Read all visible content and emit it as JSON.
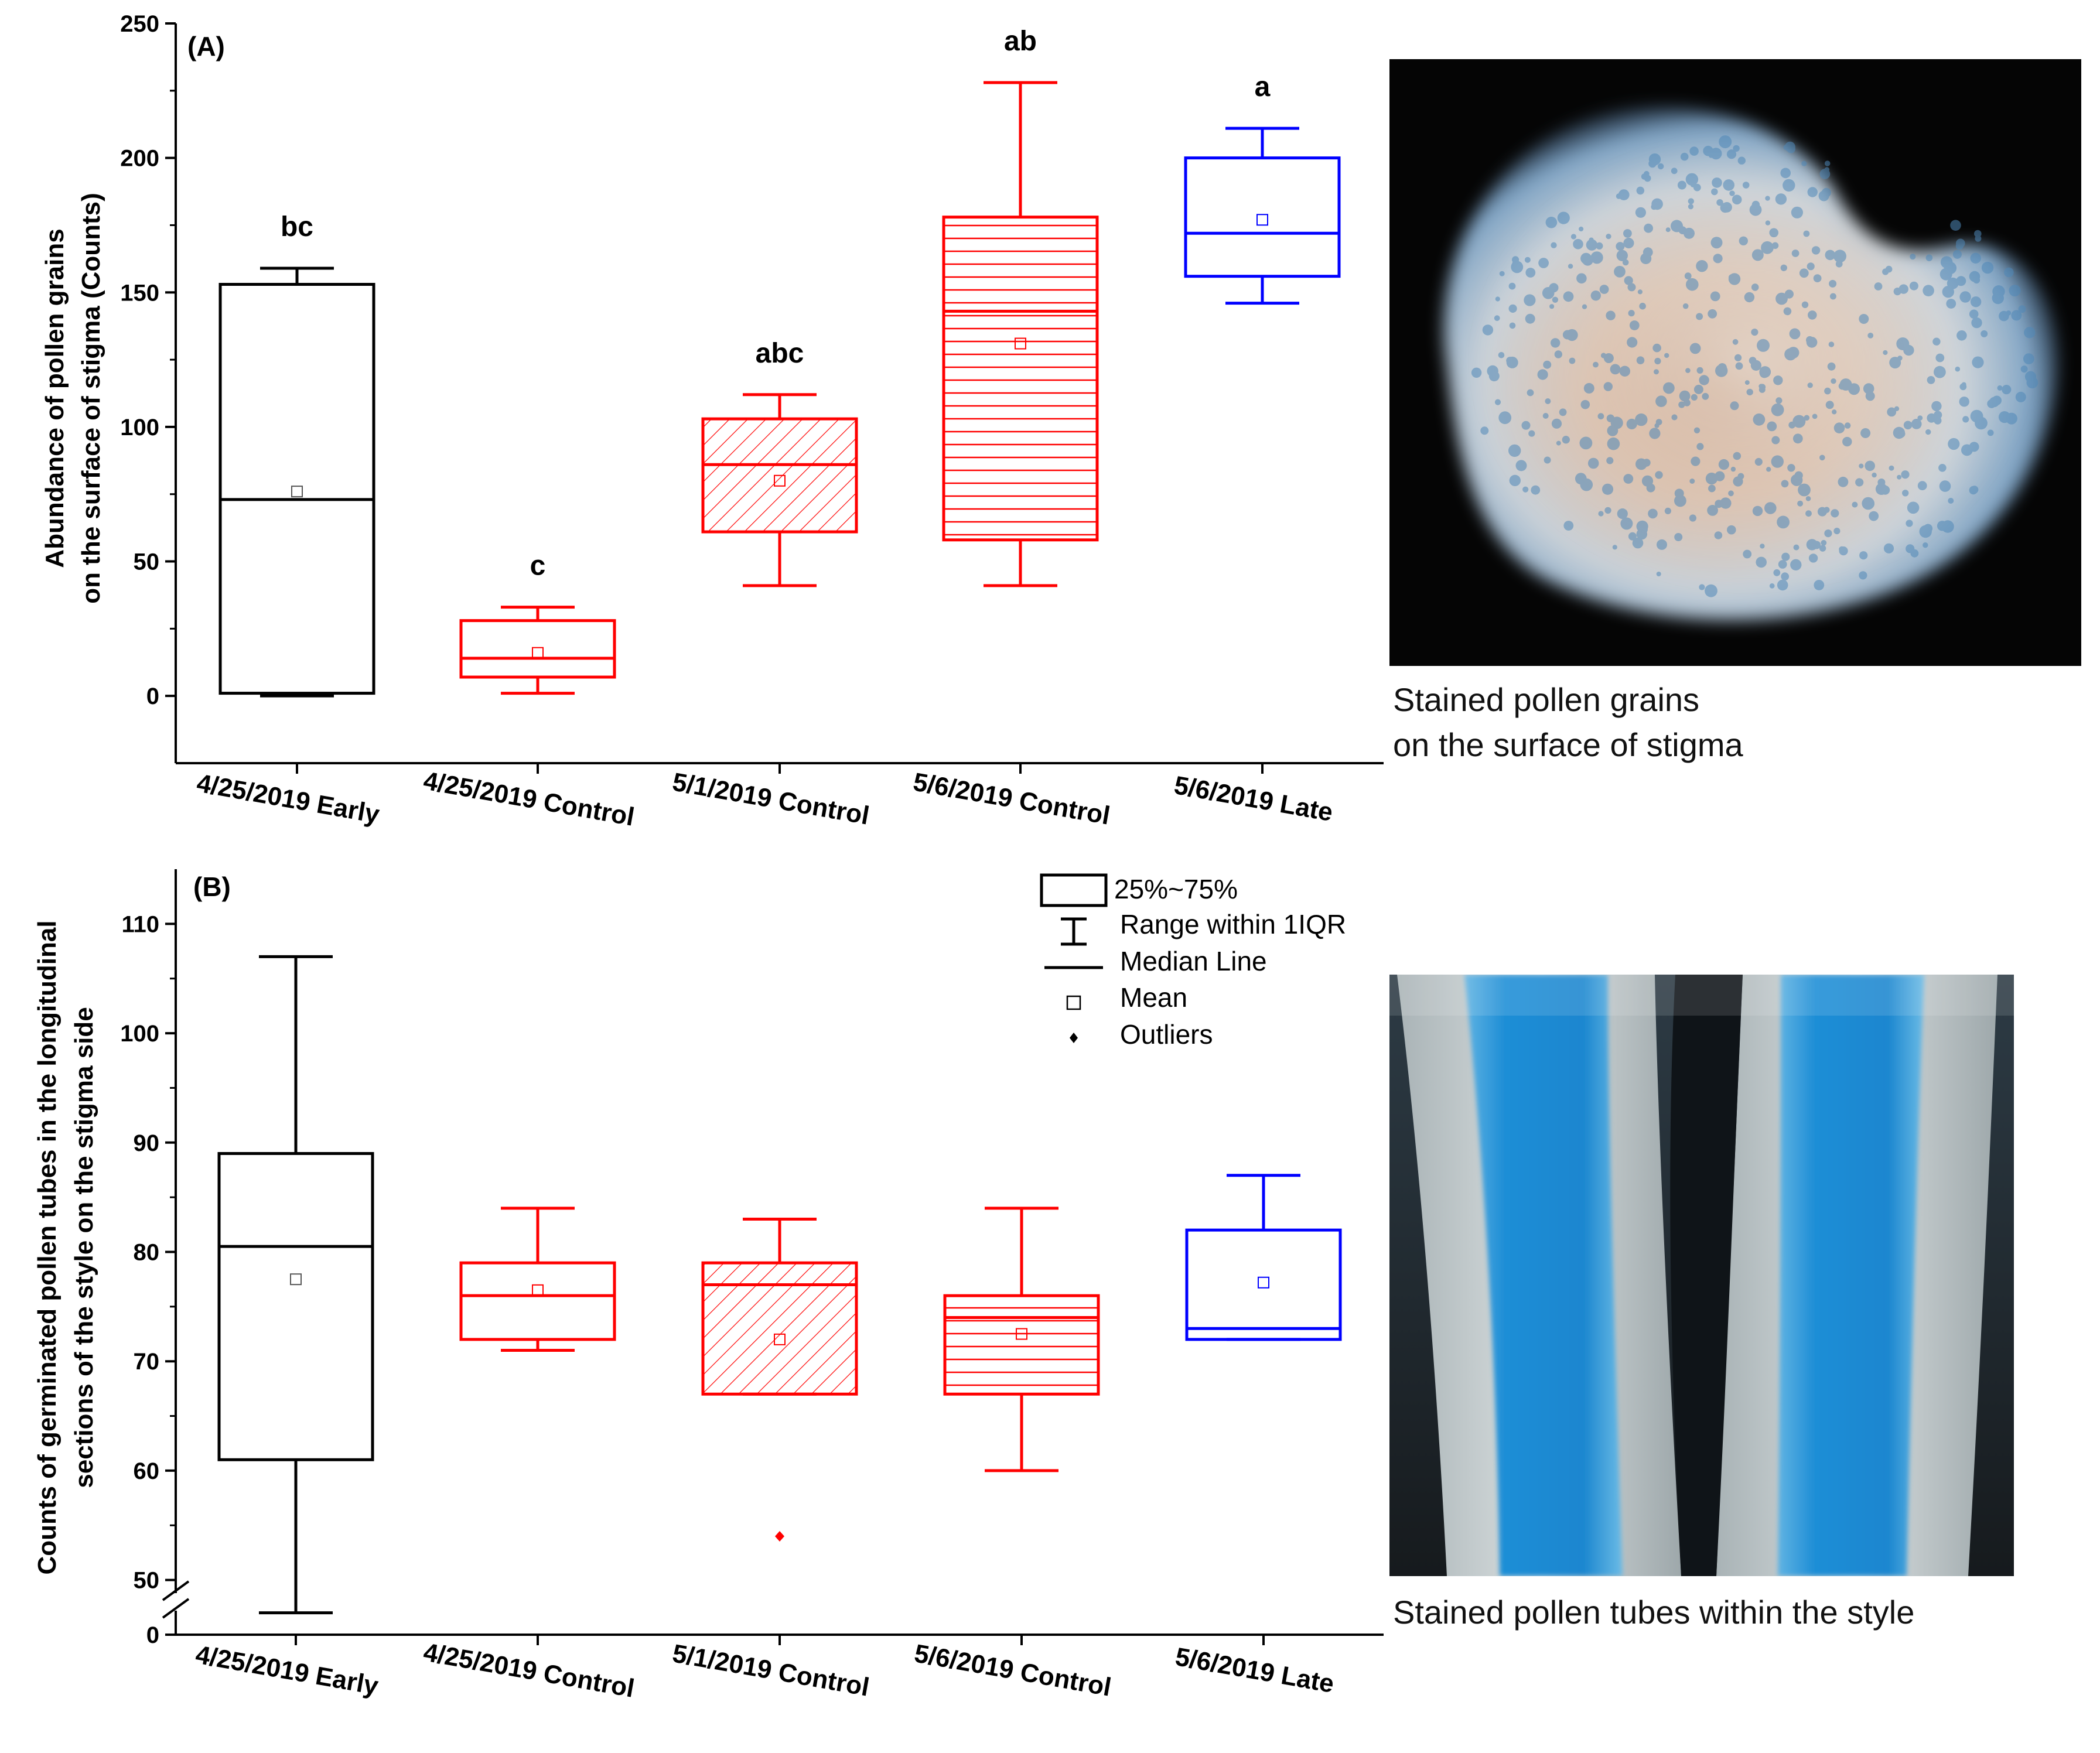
{
  "chart_data": [
    {
      "panel": "(A)",
      "type": "box",
      "ylabel": [
        "Abundance of pollen grains",
        "on the surface of stigma (Counts)"
      ],
      "ylim": [
        -25,
        250
      ],
      "yticks": [
        0,
        50,
        100,
        150,
        200,
        250
      ],
      "categories": [
        "4/25/2019 Early",
        "4/25/2019 Control",
        "5/1/2019 Control",
        "5/6/2019 Control",
        "5/6/2019 Late"
      ],
      "boxes": [
        {
          "q1": 1,
          "median": 73,
          "q3": 153,
          "whisker_low": 0,
          "whisker_high": 159,
          "mean": 76,
          "color": "#000000",
          "hatch": "none",
          "letter": "bc",
          "outliers": []
        },
        {
          "q1": 7,
          "median": 14,
          "q3": 28,
          "whisker_low": 1,
          "whisker_high": 33,
          "mean": 16,
          "color": "#ff0000",
          "hatch": "none",
          "letter": "c",
          "outliers": []
        },
        {
          "q1": 61,
          "median": 86,
          "q3": 103,
          "whisker_low": 41,
          "whisker_high": 112,
          "mean": 80,
          "color": "#ff0000",
          "hatch": "diagonal",
          "letter": "abc",
          "outliers": []
        },
        {
          "q1": 58,
          "median": 143,
          "q3": 178,
          "whisker_low": 41,
          "whisker_high": 228,
          "mean": 131,
          "color": "#ff0000",
          "hatch": "horizontal",
          "letter": "ab",
          "outliers": []
        },
        {
          "q1": 156,
          "median": 172,
          "q3": 200,
          "whisker_low": 146,
          "whisker_high": 211,
          "mean": 177,
          "color": "#0000ff",
          "hatch": "none",
          "letter": "a",
          "outliers": []
        }
      ]
    },
    {
      "panel": "(B)",
      "type": "box",
      "ylabel": [
        "Counts of germinated pollen tubes in the longitudinal",
        "sections of the style on the stigma side"
      ],
      "ylim": [
        45,
        115
      ],
      "yticks": [
        50,
        60,
        70,
        80,
        90,
        100,
        110
      ],
      "axis_break_label": "0",
      "categories": [
        "4/25/2019 Early",
        "4/25/2019 Control",
        "5/1/2019 Control",
        "5/6/2019 Control",
        "5/6/2019 Late"
      ],
      "boxes": [
        {
          "q1": 61,
          "median": 80.5,
          "q3": 89,
          "whisker_low": 47,
          "whisker_high": 107,
          "mean": 77.5,
          "color": "#000000",
          "hatch": "none",
          "outliers": []
        },
        {
          "q1": 72,
          "median": 76,
          "q3": 79,
          "whisker_low": 71,
          "whisker_high": 84,
          "mean": 76.5,
          "color": "#ff0000",
          "hatch": "none",
          "outliers": []
        },
        {
          "q1": 67,
          "median": 77,
          "q3": 79,
          "whisker_low": 67,
          "whisker_high": 83,
          "mean": 72,
          "color": "#ff0000",
          "hatch": "diagonal",
          "outliers": [
            54
          ]
        },
        {
          "q1": 67,
          "median": 74,
          "q3": 76,
          "whisker_low": 60,
          "whisker_high": 84,
          "mean": 72.5,
          "color": "#ff0000",
          "hatch": "horizontal",
          "outliers": []
        },
        {
          "q1": 72,
          "median": 73,
          "q3": 82,
          "whisker_low": 72,
          "whisker_high": 87,
          "mean": 77.2,
          "color": "#0000ff",
          "hatch": "none",
          "outliers": []
        }
      ],
      "legend": {
        "position": "top-right",
        "items": [
          "25%~75%",
          "Range within 1IQR",
          "Median Line",
          "Mean",
          "Outliers"
        ]
      }
    }
  ],
  "photos": {
    "top_caption": [
      "Stained pollen grains",
      "on the surface of stigma"
    ],
    "bottom_caption": "Stained pollen tubes within the style"
  }
}
